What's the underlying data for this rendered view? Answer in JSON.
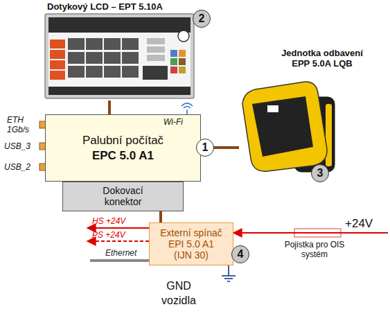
{
  "diagram": {
    "nodes": [
      {
        "text": [
          "Dotykový LCD – EPT 5.10A"
        ]
      },
      {
        "text": [
          "Palubní počítač",
          "EPC 5.0 A1"
        ]
      },
      {
        "text": [
          "Dokovací konektor"
        ]
      },
      {
        "text": [
          "Jednotka odbavení EPP 5.0A LQB"
        ]
      },
      {
        "text": [
          "Externí spínač EPI 5.0 A1 (IJN 30)"
        ]
      },
      {
        "text": [
          "Pojistka pro OIS systém"
        ]
      }
    ],
    "edges": [
      {
        "from": 0,
        "to": 1,
        "arrow": "none"
      },
      {
        "from": 1,
        "to": 3,
        "arrow": "none"
      },
      {
        "from": 2,
        "to": 4,
        "arrow": "none"
      },
      {
        "from": 5,
        "to": 4,
        "arrow": "to"
      }
    ],
    "labels": [
      "Wi-Fi",
      "ETH 1Gb/s",
      "USB_3",
      "USB_2",
      "1",
      "2",
      "3",
      "4",
      "HS +24V",
      "PS +24V",
      "Ethernet",
      "+24V",
      "GND vozidla"
    ]
  }
}
